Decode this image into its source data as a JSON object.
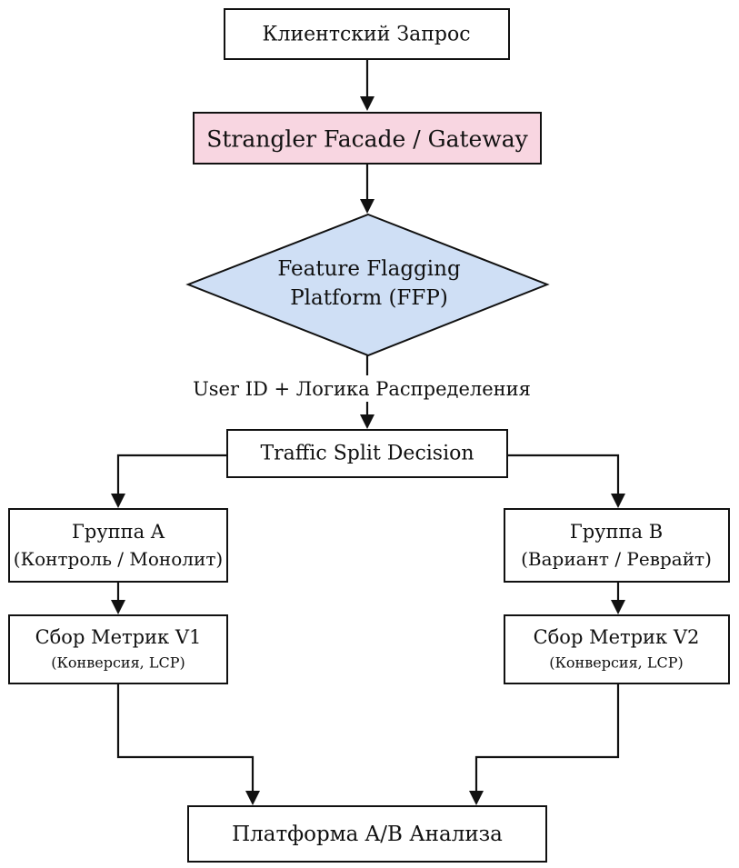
{
  "nodes": {
    "client_request": {
      "label": "Клиентский Запрос"
    },
    "facade": {
      "label": "Strangler Facade / Gateway",
      "fill": "#f8d6e1"
    },
    "ffp": {
      "line1": "Feature Flagging",
      "line2": "Platform (FFP)",
      "fill": "#cfdff5"
    },
    "edge_label": "User ID + Логика Распределения",
    "split": {
      "label": "Traffic Split Decision"
    },
    "group_a": {
      "line1": "Группа A",
      "line2": "(Контроль / Монолит)"
    },
    "group_b": {
      "line1": "Группа B",
      "line2": "(Вариант / Реврайт)"
    },
    "metrics_v1": {
      "line1": "Сбор Метрик V1",
      "line2": "(Конверсия, LCP)"
    },
    "metrics_v2": {
      "line1": "Сбор Метрик V2",
      "line2": "(Конверсия, LCP)"
    },
    "ab_platform": {
      "label": "Платформа A/B Анализа"
    }
  },
  "colors": {
    "line": "#111111",
    "facade_fill": "#f8d6e1",
    "ffp_fill": "#cfdff5"
  }
}
